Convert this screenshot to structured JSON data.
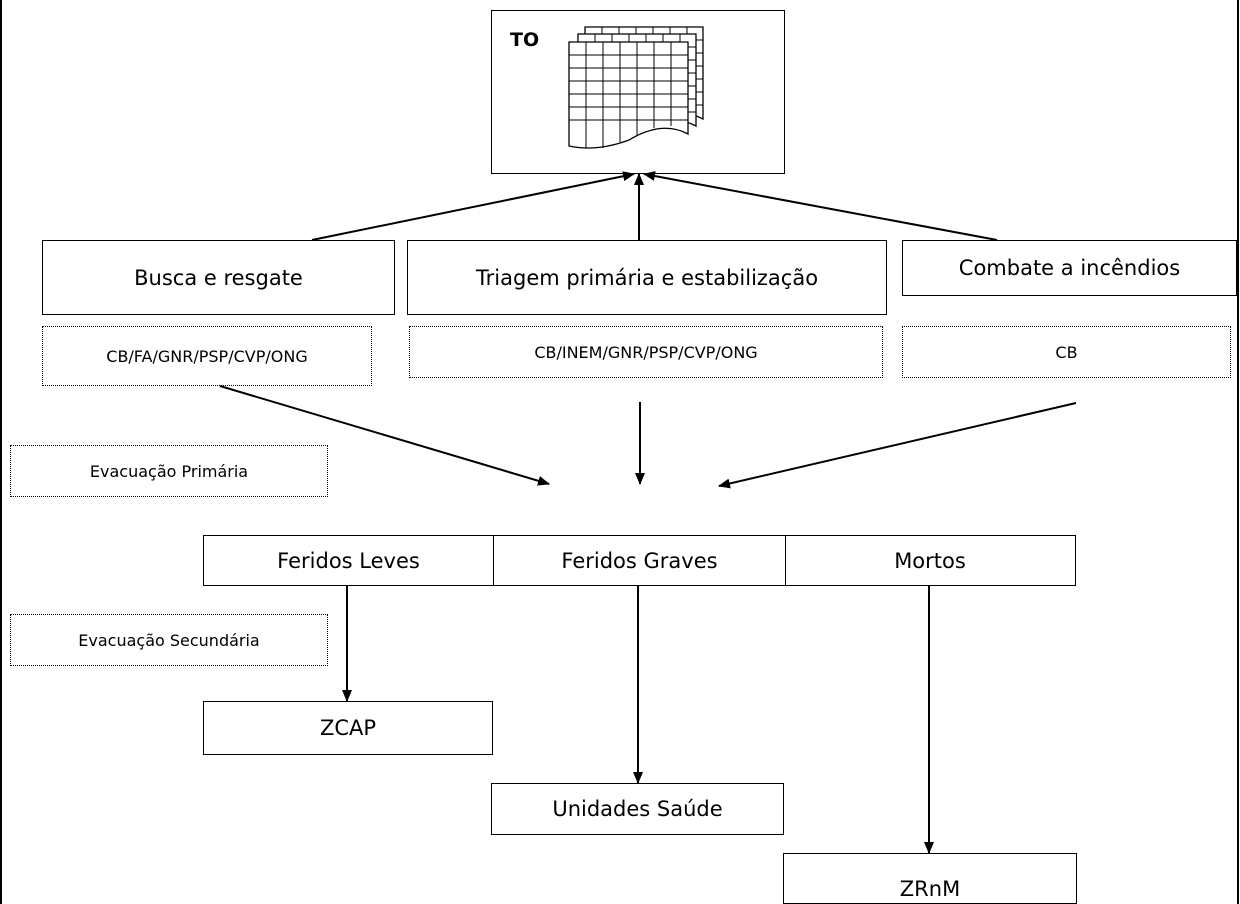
{
  "to": {
    "label": "TO",
    "icon": "stacked-grid-sheets-icon"
  },
  "actions": {
    "search_rescue": "Busca e resgate",
    "triage": "Triagem primária e estabilização",
    "firefighting": "Combate a incêndios"
  },
  "agents": {
    "search_rescue": "CB/FA/GNR/PSP/CVP/ONG",
    "triage": "CB/INEM/GNR/PSP/CVP/ONG",
    "firefighting": "CB"
  },
  "evacuation": {
    "primary": "Evacuação Primária",
    "secondary": "Evacuação Secundária"
  },
  "casualties": {
    "light": "Feridos Leves",
    "serious": "Feridos Graves",
    "dead": "Mortos"
  },
  "destinations": {
    "zcap": "ZCAP",
    "health": "Unidades Saúde",
    "zrnm": "ZRnM"
  }
}
